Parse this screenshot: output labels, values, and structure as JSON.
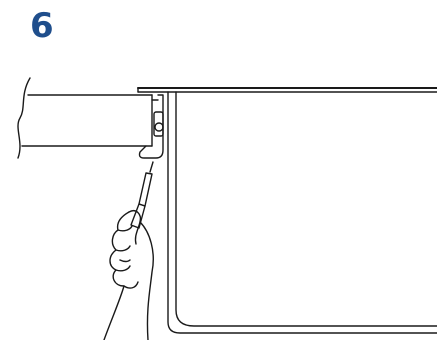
{
  "step": {
    "number": "6"
  },
  "colors": {
    "step_number": "#1f4e8c",
    "line": "#1a1a1a",
    "fill": "#ffffff"
  },
  "illustration": {
    "parts": [
      "countertop-cutaway",
      "sink-rim",
      "sink-basin",
      "mounting-clip",
      "screwdriver",
      "hand"
    ]
  }
}
